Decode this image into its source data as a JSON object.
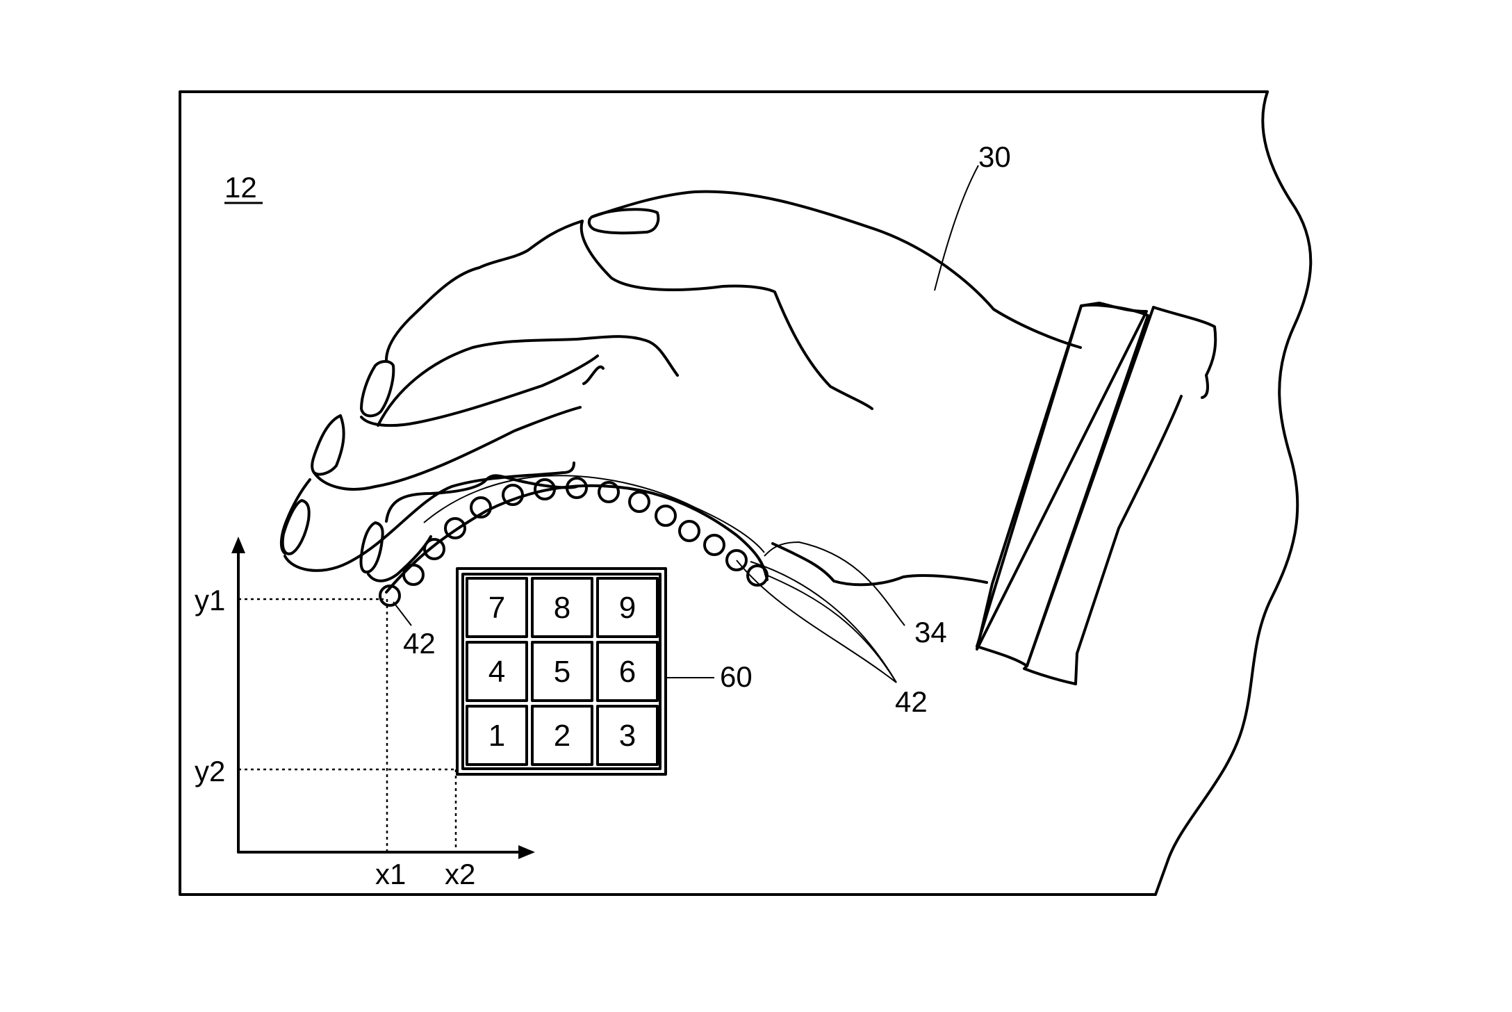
{
  "labels": {
    "screen": "12",
    "hand": "30",
    "path": "34",
    "contact_point": "42",
    "contact_points_group": "42",
    "keypad": "60",
    "y_top": "y1",
    "y_bottom": "y2",
    "x_left": "x1",
    "x_right": "x2"
  },
  "keypad": {
    "rows": [
      [
        "7",
        "8",
        "9"
      ],
      [
        "4",
        "5",
        "6"
      ],
      [
        "1",
        "2",
        "3"
      ]
    ]
  }
}
